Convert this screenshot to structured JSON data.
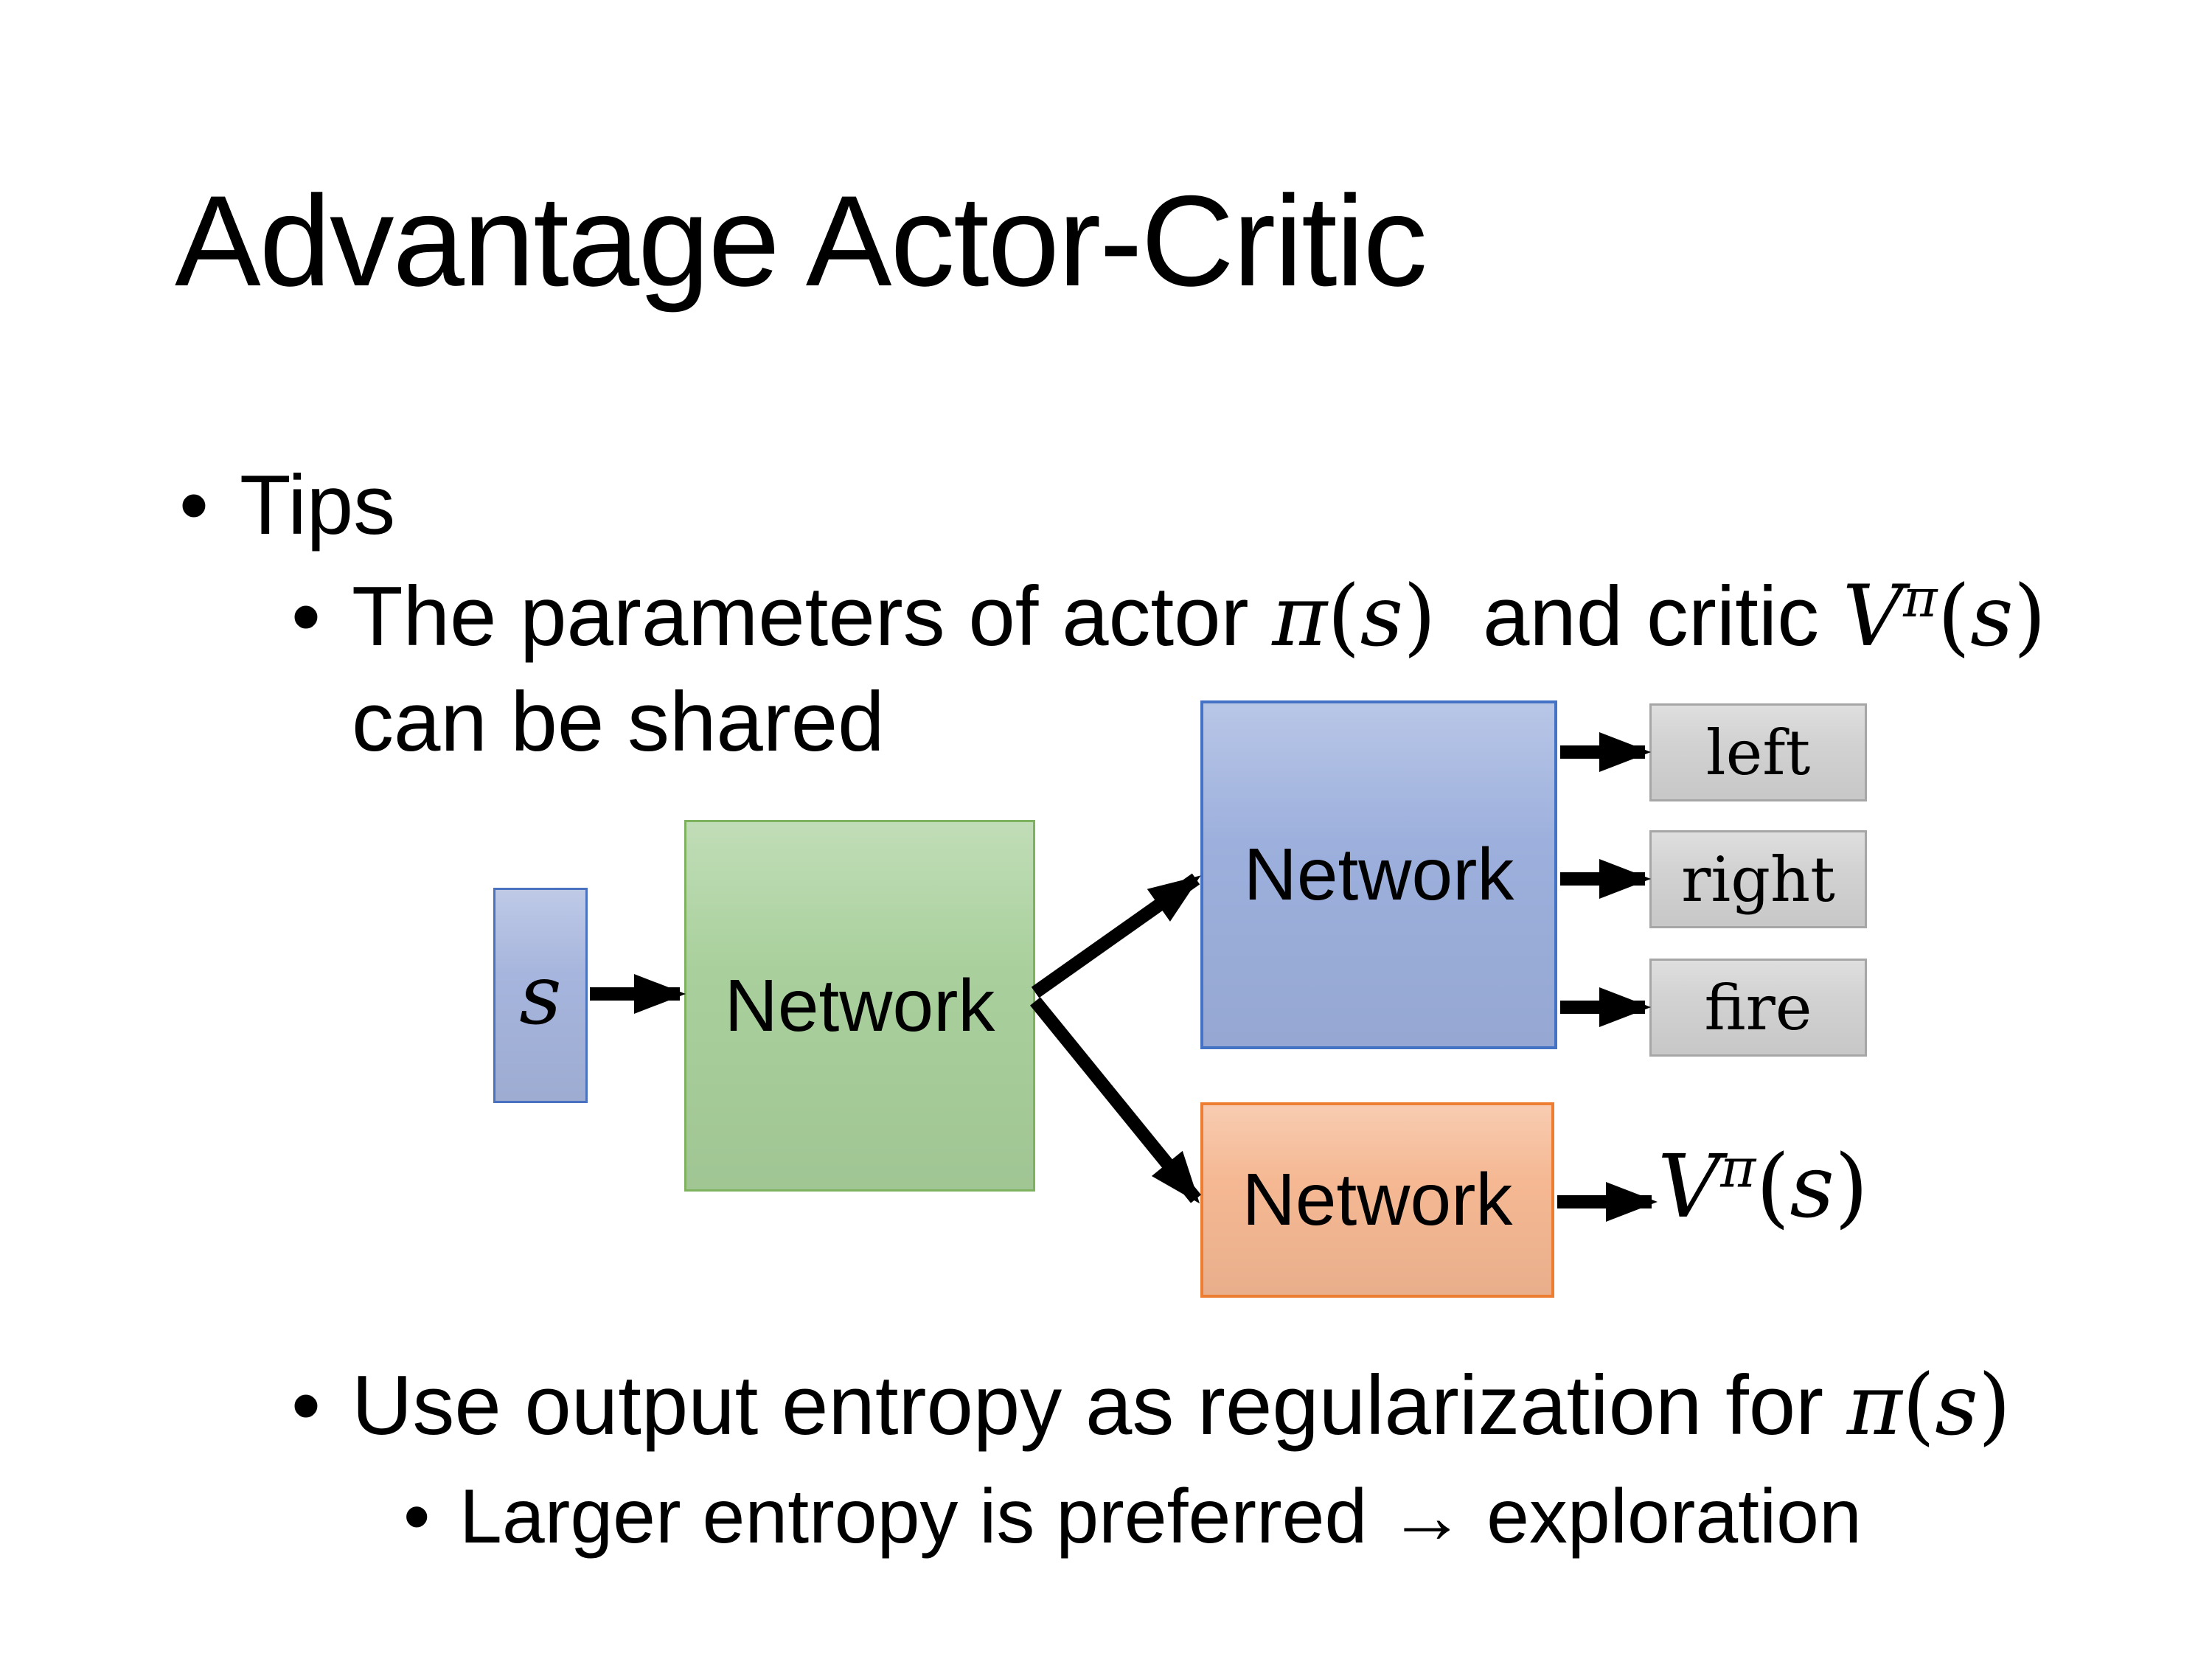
{
  "slide": {
    "title": "Advantage Actor-Critic",
    "background": "#ffffff"
  },
  "bullets": {
    "bullet_glyph": "•",
    "tips": "Tips",
    "param": {
      "prefix": "The parameters of actor ",
      "mid": "  and critic ",
      "line2": "can be shared"
    },
    "entropy": {
      "prefix": "Use output entropy as regularization for "
    },
    "larger": "Larger entropy is preferred → exploration"
  },
  "math": {
    "pi": "π",
    "s": "s",
    "V": "V",
    "lp": "(",
    "rp": ")"
  },
  "diagram": {
    "state_label": "s",
    "shared_network": "Network",
    "actor_network": "Network",
    "critic_network": "Network",
    "actions": [
      "left",
      "right",
      "fire"
    ]
  },
  "colors": {
    "state_fill": "#a6b5dd",
    "state_border": "#4a72c0",
    "shared_fill": "#a9d09c",
    "shared_border": "#7fb25f",
    "actor_fill": "#9db0dd",
    "actor_border": "#4472c4",
    "critic_fill": "#f5b893",
    "critic_border": "#ed7d31",
    "action_fill": "#d2d2d2",
    "action_border": "#a6a6a6",
    "arrow": "#000000",
    "text": "#000000"
  }
}
